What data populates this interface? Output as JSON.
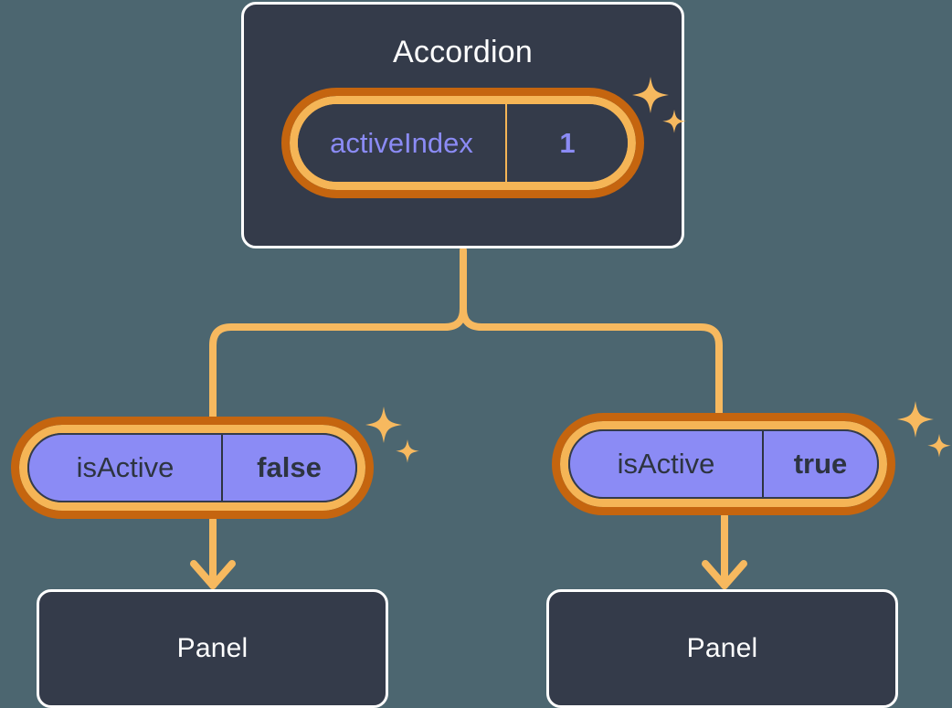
{
  "theme": {
    "background": "#4c6670",
    "card_fill": "#343b4a",
    "card_border": "#ffffff",
    "connector": "#f5b556",
    "ring_outer": "#c5650f",
    "ring_inner": "#f5b556",
    "state_fill": "#8b8bf5",
    "prop_text": "#8b8bf5",
    "state_text": "#2d3440",
    "title_text": "#ffffff"
  },
  "diagram": {
    "type": "component-tree",
    "root": {
      "title": "Accordion",
      "prop": {
        "key": "activeIndex",
        "value": "1"
      },
      "sparkle_icon": "sparkles-icon"
    },
    "branches": [
      {
        "state": {
          "key": "isActive",
          "value": "false"
        },
        "child": {
          "title": "Panel"
        },
        "sparkle_icon": "sparkles-icon"
      },
      {
        "state": {
          "key": "isActive",
          "value": "true"
        },
        "child": {
          "title": "Panel"
        },
        "sparkle_icon": "sparkles-icon"
      }
    ]
  }
}
